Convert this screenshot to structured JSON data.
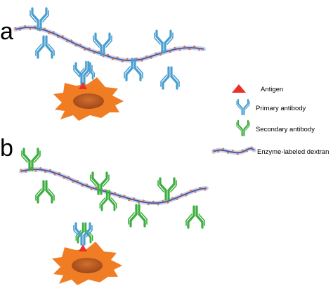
{
  "panels": [
    {
      "letter": "a",
      "variant": "primary"
    },
    {
      "letter": "b",
      "variant": "secondary"
    }
  ],
  "legend": {
    "items": [
      {
        "label": "Antigen",
        "icon": "antigen-icon"
      },
      {
        "label": "Primary antibody",
        "icon": "primary-antibody-icon"
      },
      {
        "label": "Secondary antibody",
        "icon": "secondary-antibody-icon"
      },
      {
        "label": "Enzyme-labeled dextran",
        "icon": "dextran-icon"
      }
    ]
  },
  "colors": {
    "primary_antibody": "#4a9fd0",
    "secondary_antibody": "#3cae3f",
    "antigen": "#e8312a",
    "cell": "#f07d23",
    "nucleus": "#b05218",
    "dextran_backbone": "#3b55a8",
    "dextran_dots": "#e07848"
  }
}
